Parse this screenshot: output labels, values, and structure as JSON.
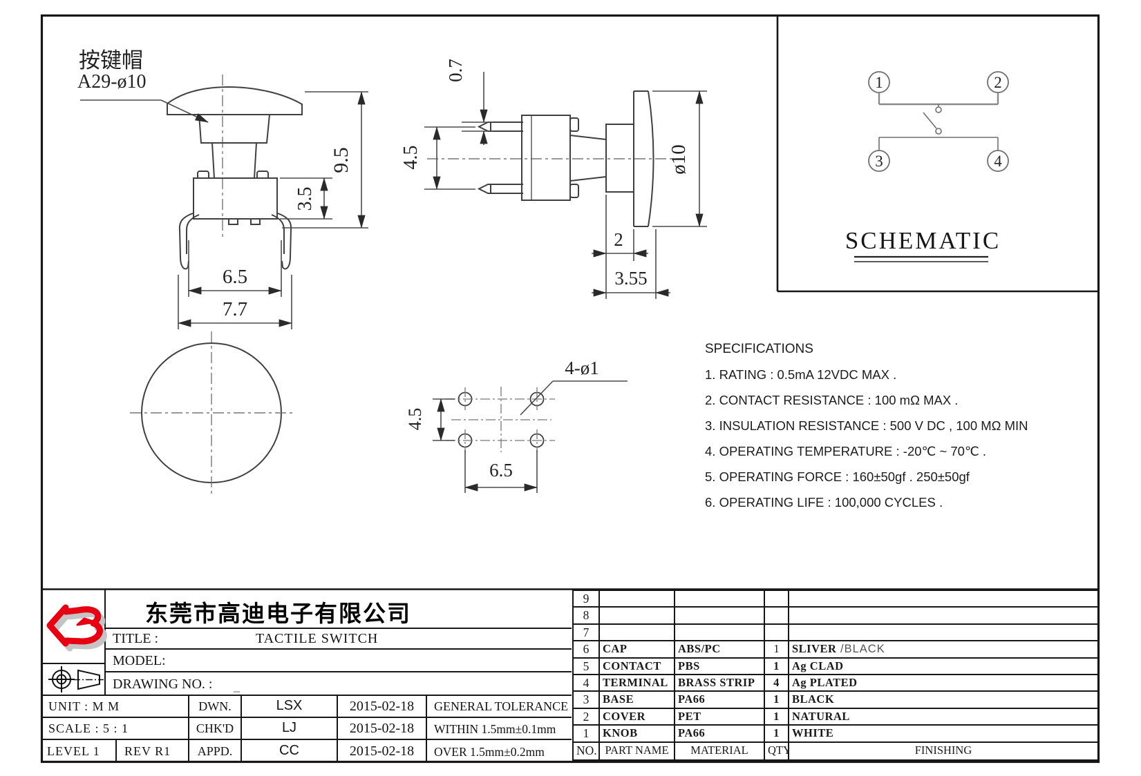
{
  "drawing": {
    "front_view": {
      "cap_label_cn": "按键帽",
      "cap_label_code": "A29-ø10",
      "dims": {
        "overall_height": "9.5",
        "body_height": "3.5",
        "inner_span": "6.5",
        "outer_span": "7.7"
      }
    },
    "side_view": {
      "dims": {
        "pin_thickness": "0.7",
        "pin_pitch": "4.5",
        "cap_diameter": "ø10",
        "stem_protrusion": "2",
        "cap_total_depth": "3.55"
      }
    },
    "pcb_view": {
      "hole_note": "4-ø1",
      "dims": {
        "row_pitch": "4.5",
        "col_pitch": "6.5"
      }
    },
    "schematic": {
      "title": "SCHEMATIC",
      "pins": [
        "1",
        "2",
        "3",
        "4"
      ]
    }
  },
  "specifications": {
    "title": "SPECIFICATIONS",
    "items": [
      "1. RATING : 0.5mA 12VDC MAX .",
      "2. CONTACT RESISTANCE : 100 mΩ MAX .",
      "3. INSULATION RESISTANCE : 500 V DC , 100 MΩ MIN",
      "4. OPERATING TEMPERATURE : -20℃ ~ 70℃ .",
      "5. OPERATING FORCE : 160±50gf . 250±50gf",
      "6. OPERATING LIFE : 100,000 CYCLES ."
    ]
  },
  "title_block": {
    "company": "东莞市高迪电子有限公司",
    "title_label": "TITLE :",
    "title_value": "TACTILE SWITCH",
    "model_label": "MODEL:",
    "drawing_no_label": "DRAWING NO. :",
    "unit": "UNIT   :   M M",
    "scale": "SCALE  :  5 : 1",
    "level": "LEVEL 1",
    "rev": "REV  R1",
    "drawn_label": "DWN.",
    "drawn_by": "LSX",
    "drawn_date": "2015-02-18",
    "checked_label": "CHK'D",
    "checked_by": "LJ",
    "checked_date": "2015-02-18",
    "approved_label": "APPD.",
    "approved_by": "CC",
    "approved_date": "2015-02-18",
    "tolerance_title": "GENERAL TOLERANCE",
    "tolerance_within": "WITHIN 1.5mm±0.1mm",
    "tolerance_over": "OVER   1.5mm±0.2mm"
  },
  "bom": {
    "headers": {
      "no": "NO.",
      "part_name": "PART  NAME",
      "material": "MATERIAL",
      "qty": "QTY.",
      "finishing": "FINISHING"
    },
    "rows": [
      {
        "no": "9",
        "part_name": "",
        "material": "",
        "qty": "",
        "finishing": "",
        "finishing_alt": ""
      },
      {
        "no": "8",
        "part_name": "",
        "material": "",
        "qty": "",
        "finishing": "",
        "finishing_alt": ""
      },
      {
        "no": "7",
        "part_name": "",
        "material": "",
        "qty": "",
        "finishing": "",
        "finishing_alt": ""
      },
      {
        "no": "6",
        "part_name": "CAP",
        "material": "ABS/PC",
        "qty": "1",
        "finishing": "SLIVER",
        "finishing_alt": " /BLACK"
      },
      {
        "no": "5",
        "part_name": "CONTACT",
        "material": "PBS",
        "qty": "1",
        "finishing": "Ag CLAD",
        "finishing_alt": ""
      },
      {
        "no": "4",
        "part_name": "TERMINAL",
        "material": "BRASS STRIP",
        "qty": "4",
        "finishing": "Ag PLATED",
        "finishing_alt": ""
      },
      {
        "no": "3",
        "part_name": "BASE",
        "material": "PA66",
        "qty": "1",
        "finishing": "BLACK",
        "finishing_alt": ""
      },
      {
        "no": "2",
        "part_name": "COVER",
        "material": "PET",
        "qty": "1",
        "finishing": "NATURAL",
        "finishing_alt": ""
      },
      {
        "no": "1",
        "part_name": "KNOB",
        "material": "PA66",
        "qty": "1",
        "finishing": "WHITE",
        "finishing_alt": ""
      }
    ]
  },
  "colors": {
    "logo_red": "#e60012",
    "line_dark": "#161616"
  }
}
